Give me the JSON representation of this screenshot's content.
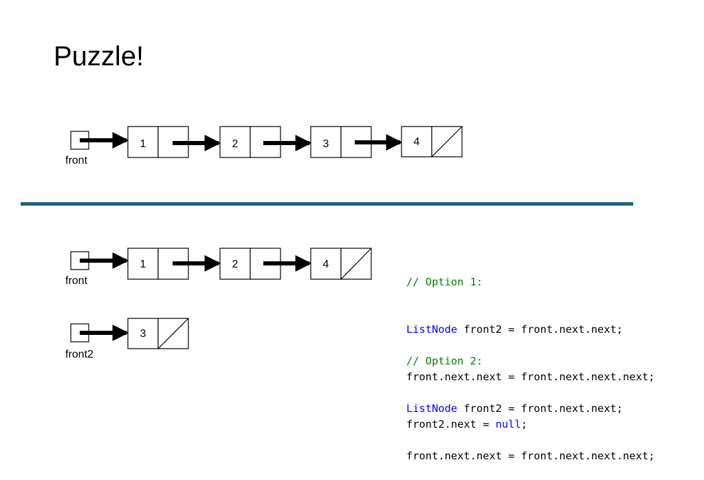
{
  "title": "Puzzle!",
  "colors": {
    "divider": "#1f5f84",
    "comment": "#008000",
    "keyword": "#0000ff"
  },
  "top_diagram": {
    "pointer_label": "front",
    "nodes": [
      "1",
      "2",
      "3",
      "4"
    ]
  },
  "bottom_diagram": {
    "list1": {
      "pointer_label": "front",
      "nodes": [
        "1",
        "2",
        "4"
      ]
    },
    "list2": {
      "pointer_label": "front2",
      "nodes": [
        "3"
      ]
    }
  },
  "code": {
    "option1": {
      "comment": "// Option 1:",
      "line1_keyword": "ListNode",
      "line1_rest": " front2 = front.next.next;",
      "line2": "front.next.next = front.next.next.next;",
      "line3_pre": "front2.next = ",
      "line3_keyword": "null",
      "line3_post": ";"
    },
    "option2": {
      "comment": "// Option 2:",
      "line1_keyword": "ListNode",
      "line1_rest": " front2 = front.next.next;",
      "line2": "front.next.next = front.next.next.next;"
    }
  }
}
